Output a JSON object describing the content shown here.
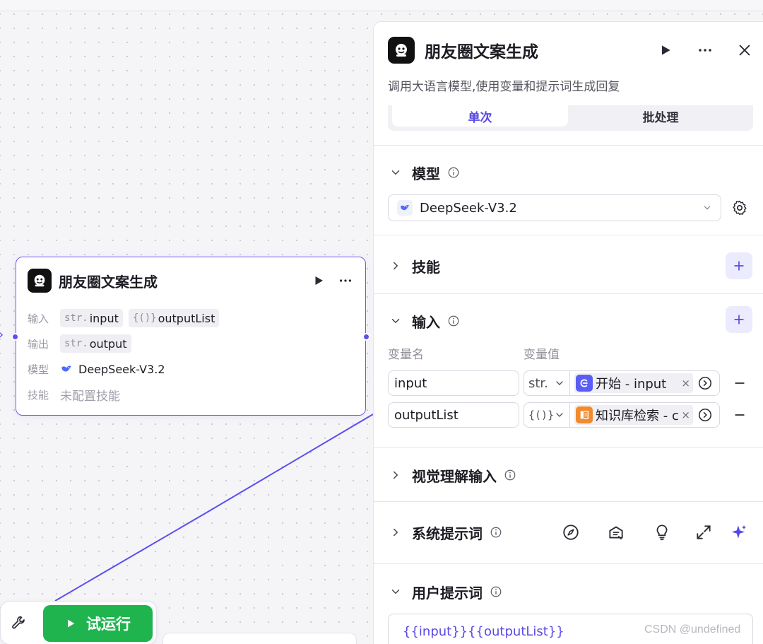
{
  "node": {
    "title": "朋友圈文案生成",
    "input_label": "输入",
    "output_label": "输出",
    "model_label": "模型",
    "skills_label": "技能",
    "inputs": [
      {
        "type": "str.",
        "name": "input"
      },
      {
        "type": "{()}",
        "name": "outputList"
      }
    ],
    "outputs": [
      {
        "type": "str.",
        "name": "output"
      }
    ],
    "model": "DeepSeek-V3.2",
    "skills_value": "未配置技能"
  },
  "toolbar": {
    "run_label": "试运行"
  },
  "panel": {
    "title": "朋友圈文案生成",
    "description": "调用大语言模型,使用变量和提示词生成回复",
    "tabs": {
      "single": "单次",
      "batch": "批处理",
      "active": "single"
    },
    "model_section": {
      "title": "模型",
      "selected": "DeepSeek-V3.2"
    },
    "skills_section": {
      "title": "技能"
    },
    "input_section": {
      "title": "输入",
      "col_name": "变量名",
      "col_value": "变量值",
      "rows": [
        {
          "name": "input",
          "type": "str.",
          "ref_icon": "start-icon",
          "ref_icon_color": "#5b5ef5",
          "ref": "开始 - input"
        },
        {
          "name": "outputList",
          "type": "{()}",
          "ref_icon": "knowledge-icon",
          "ref_icon_color": "#f28a2e",
          "ref": "知识库检索 - c"
        }
      ]
    },
    "vision_section": {
      "title": "视觉理解输入"
    },
    "system_prompt_section": {
      "title": "系统提示词",
      "tool_icons": [
        "compass-icon",
        "library-icon",
        "lightbulb-icon",
        "expand-icon",
        "ai-sparkle-icon"
      ]
    },
    "user_prompt_section": {
      "title": "用户提示词",
      "value": "{{input}}{{outputList}}"
    }
  },
  "watermark": "CSDN @undefined",
  "colors": {
    "accent": "#5848e6",
    "run_green": "#1fb44e",
    "edge": "#5b4ff0"
  }
}
